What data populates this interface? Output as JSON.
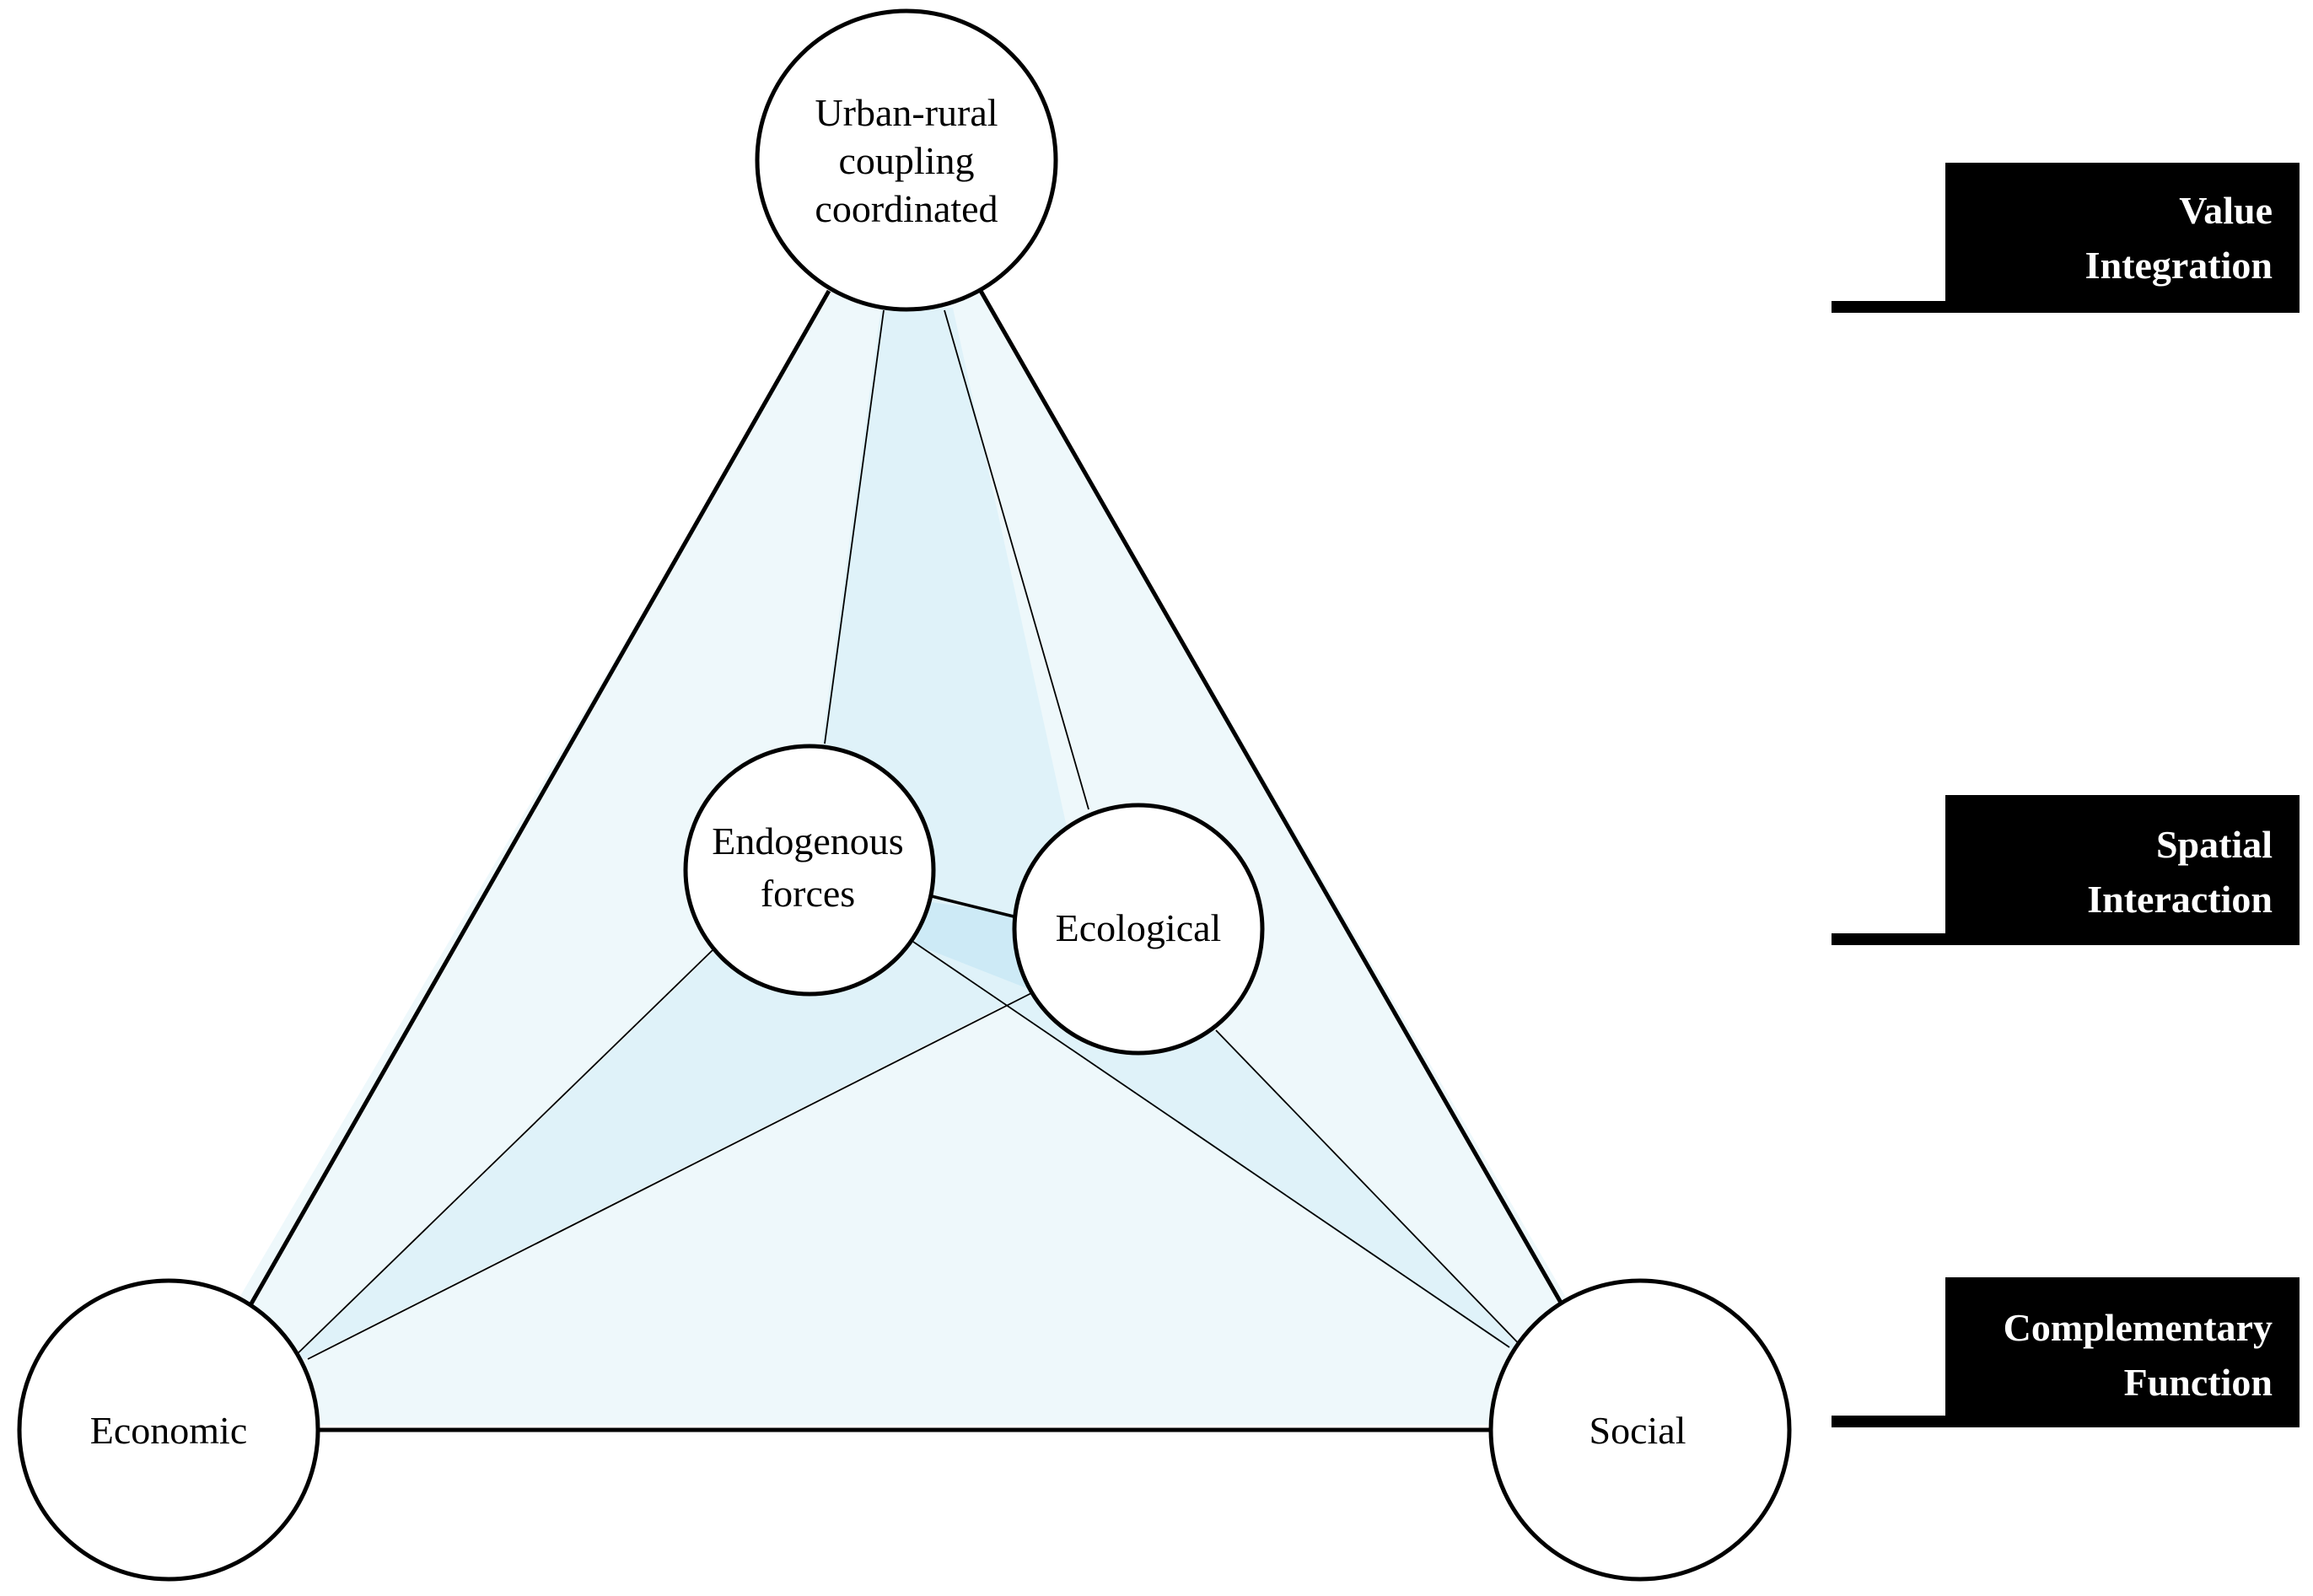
{
  "nodes": {
    "top": [
      "Urban-rural",
      "coupling",
      "coordinated"
    ],
    "endogenous": [
      "Endogenous",
      "forces"
    ],
    "ecological": [
      "Ecological"
    ],
    "economic": [
      "Economic"
    ],
    "social": [
      "Social"
    ]
  },
  "tags": {
    "value": [
      "Value",
      "Integration"
    ],
    "spatial": [
      "Spatial",
      "Interaction"
    ],
    "complementary": [
      "Complementary",
      "Function"
    ]
  },
  "colors": {
    "outer_fill": "#eef8fb",
    "inner_fill": "#dff2f9",
    "core_fill": "#cdeaf6",
    "stroke": "#000000",
    "tag_bg": "#000000",
    "tag_text": "#ffffff"
  }
}
